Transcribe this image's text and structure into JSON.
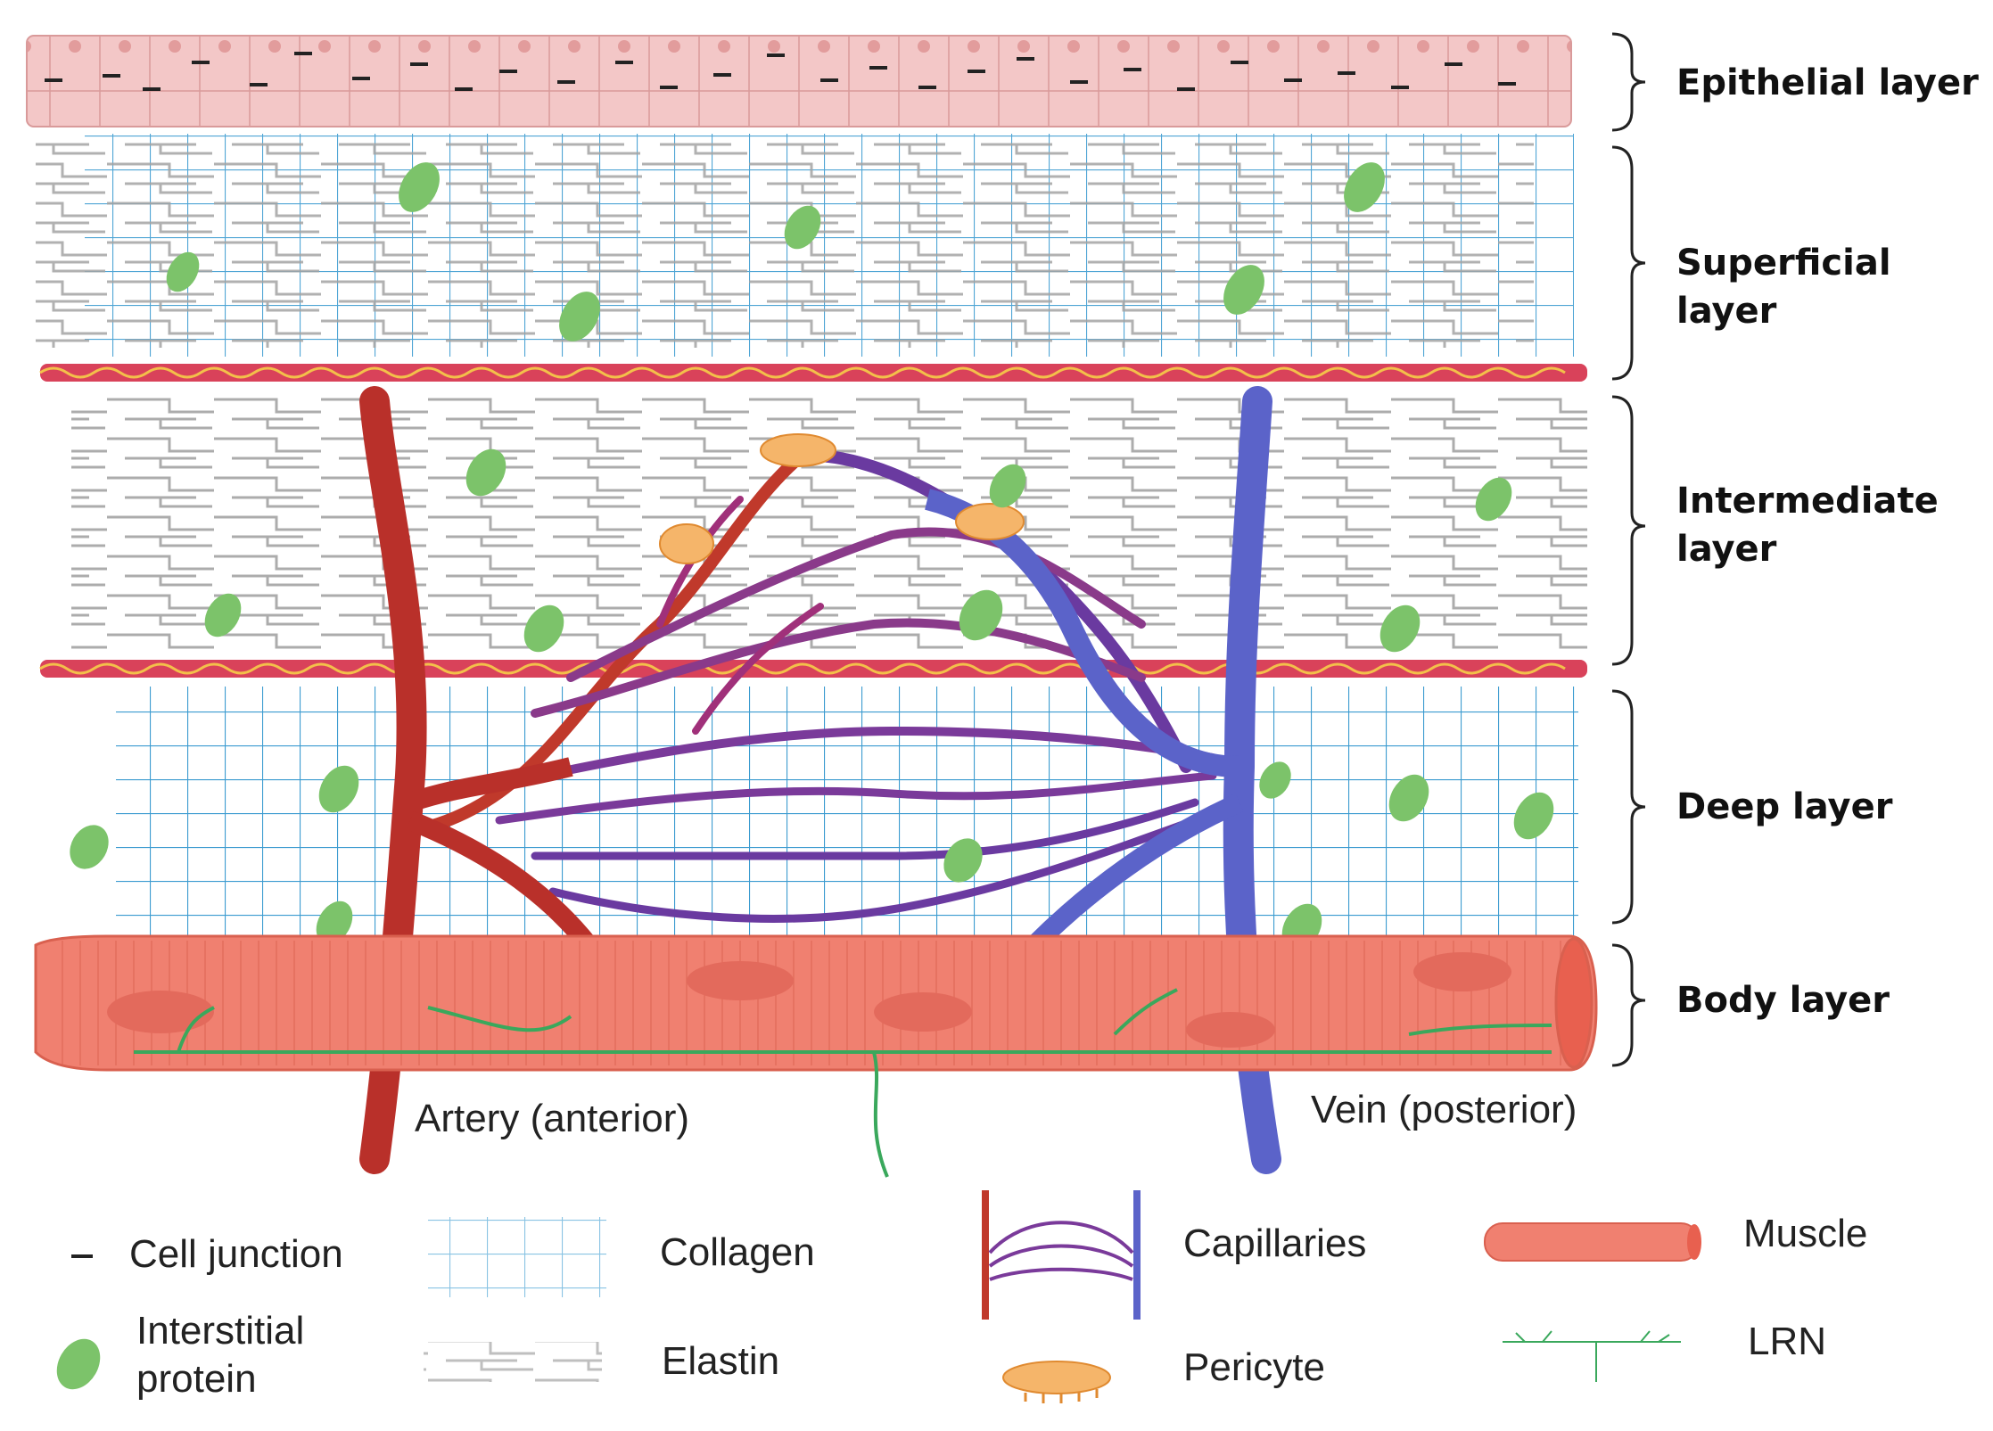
{
  "layers": [
    {
      "label": "Epithelial layer"
    },
    {
      "label": "Superficial layer"
    },
    {
      "label": "Intermediate\nlayer"
    },
    {
      "label": "Deep layer"
    },
    {
      "label": "Body layer"
    }
  ],
  "vessels": {
    "artery_label": "Artery (anterior)",
    "vein_label": "Vein (posterior)"
  },
  "legend": {
    "cell_junction": "Cell junction",
    "interstitial_protein": "Interstitial\nprotein",
    "collagen": "Collagen",
    "elastin": "Elastin",
    "capillaries": "Capillaries",
    "pericyte": "Pericyte",
    "muscle": "Muscle",
    "lrn": "LRN"
  },
  "colors": {
    "epithelium": "#f3c7c7",
    "collagen": "#3b9bd0",
    "elastin": "#9a9a9a",
    "protein": "#7cc36a",
    "artery": "#c0392b",
    "vein": "#5b63c9",
    "capillary": "#7b3a9c",
    "pericyte": "#f5b56a",
    "muscle": "#f08070",
    "lrn": "#3aa85c",
    "elastic_band": "#d9425a"
  }
}
